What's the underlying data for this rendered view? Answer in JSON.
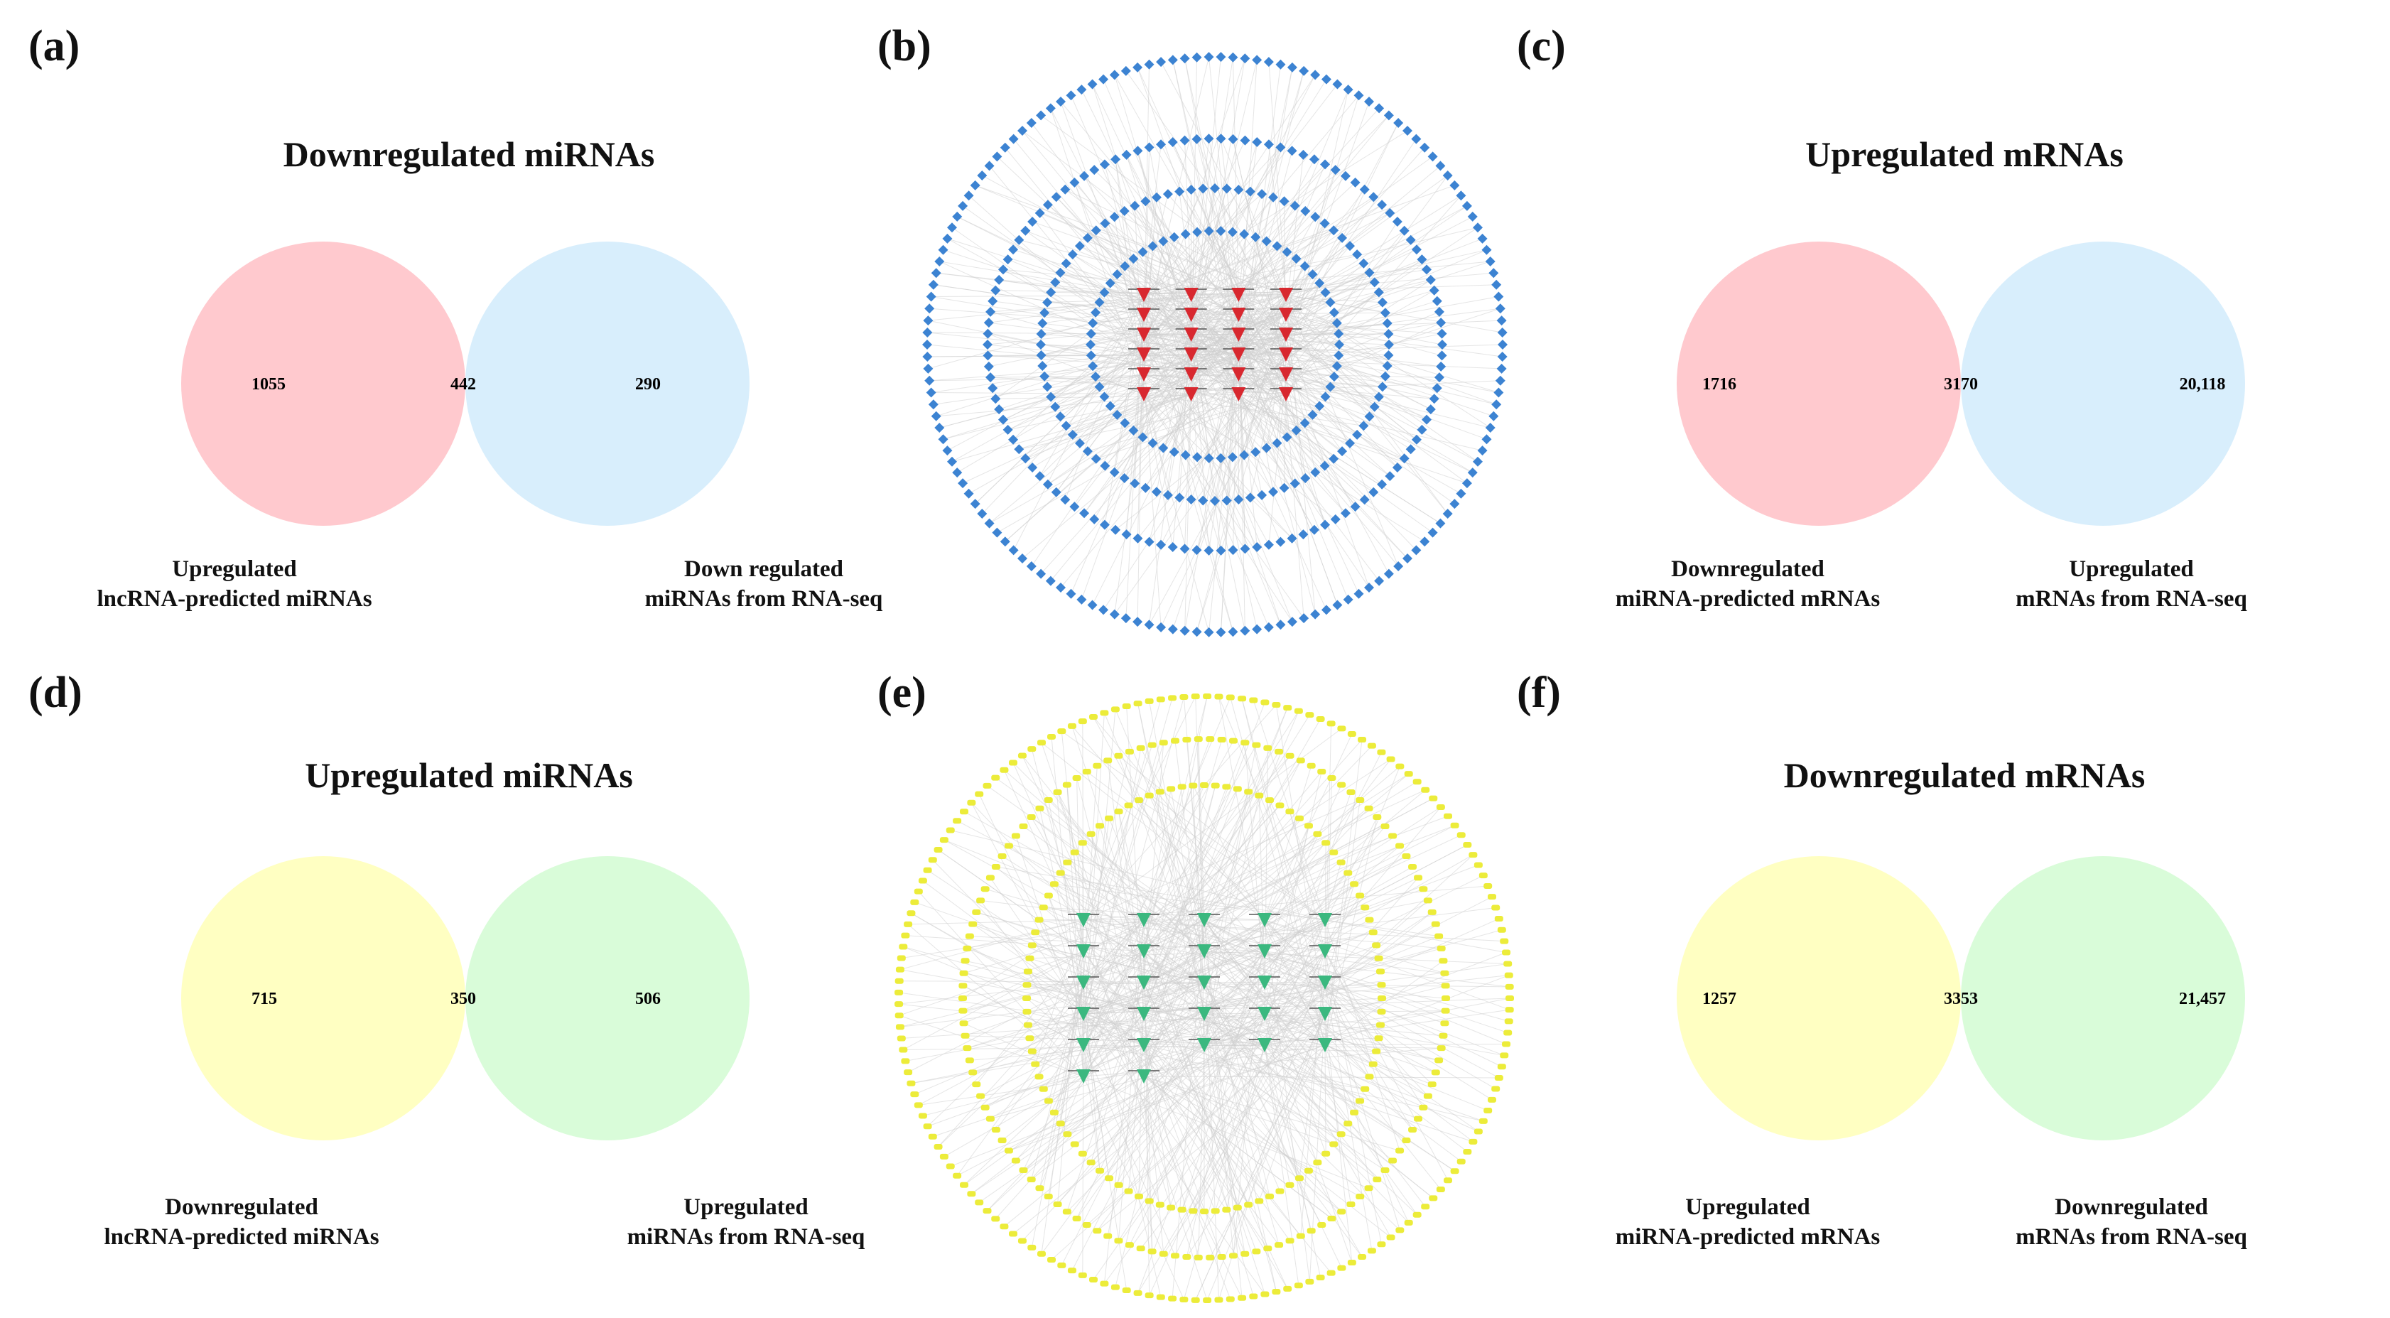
{
  "panels": {
    "a": {
      "label": "(a)",
      "title": "Downregulated miRNAs",
      "left_set": [
        "Upregulated",
        "lncRNA-predicted miRNAs"
      ],
      "right_set": [
        "Down regulated",
        "miRNAs from RNA-seq"
      ],
      "left_only": "1055",
      "overlap": "442",
      "right_only": "290",
      "left_color": "#ffc9ce",
      "right_color": "#d8eefc",
      "overlap_color": "#fdf0f7"
    },
    "b": {
      "label": "(b)",
      "node_color": "#3c83d2",
      "center_color": "#d8282f",
      "edge_color": "#cfcfcf"
    },
    "c": {
      "label": "(c)",
      "title": "Upregulated mRNAs",
      "left_set": [
        "Downregulated",
        "miRNA-predicted mRNAs"
      ],
      "right_set": [
        "Upregulated",
        "mRNAs from RNA-seq"
      ],
      "left_only": "1716",
      "overlap": "3170",
      "right_only": "20,118",
      "left_color": "#ffc9ce",
      "right_color": "#d8eefc",
      "overlap_color": "#fdf0f7"
    },
    "d": {
      "label": "(d)",
      "title": "Upregulated miRNAs",
      "left_set": [
        "Downregulated",
        "lncRNA-predicted miRNAs"
      ],
      "right_set": [
        "Upregulated",
        "miRNAs from RNA-seq"
      ],
      "left_only": "715",
      "overlap": "350",
      "right_only": "506",
      "left_color": "#ffffc2",
      "right_color": "#d9fcd9",
      "overlap_color": "#fafde8"
    },
    "e": {
      "label": "(e)",
      "node_color": "#ecec3a",
      "center_color": "#3bb87f",
      "edge_color": "#cfcfcf"
    },
    "f": {
      "label": "(f)",
      "title": "Downregulated mRNAs",
      "left_set": [
        "Upregulated",
        "miRNA-predicted mRNAs"
      ],
      "right_set": [
        "Downregulated",
        "mRNAs from RNA-seq"
      ],
      "left_only": "1257",
      "overlap": "3353",
      "right_only": "21,457",
      "left_color": "#ffffc2",
      "right_color": "#d9fcd9",
      "overlap_color": "#fafde8"
    }
  }
}
